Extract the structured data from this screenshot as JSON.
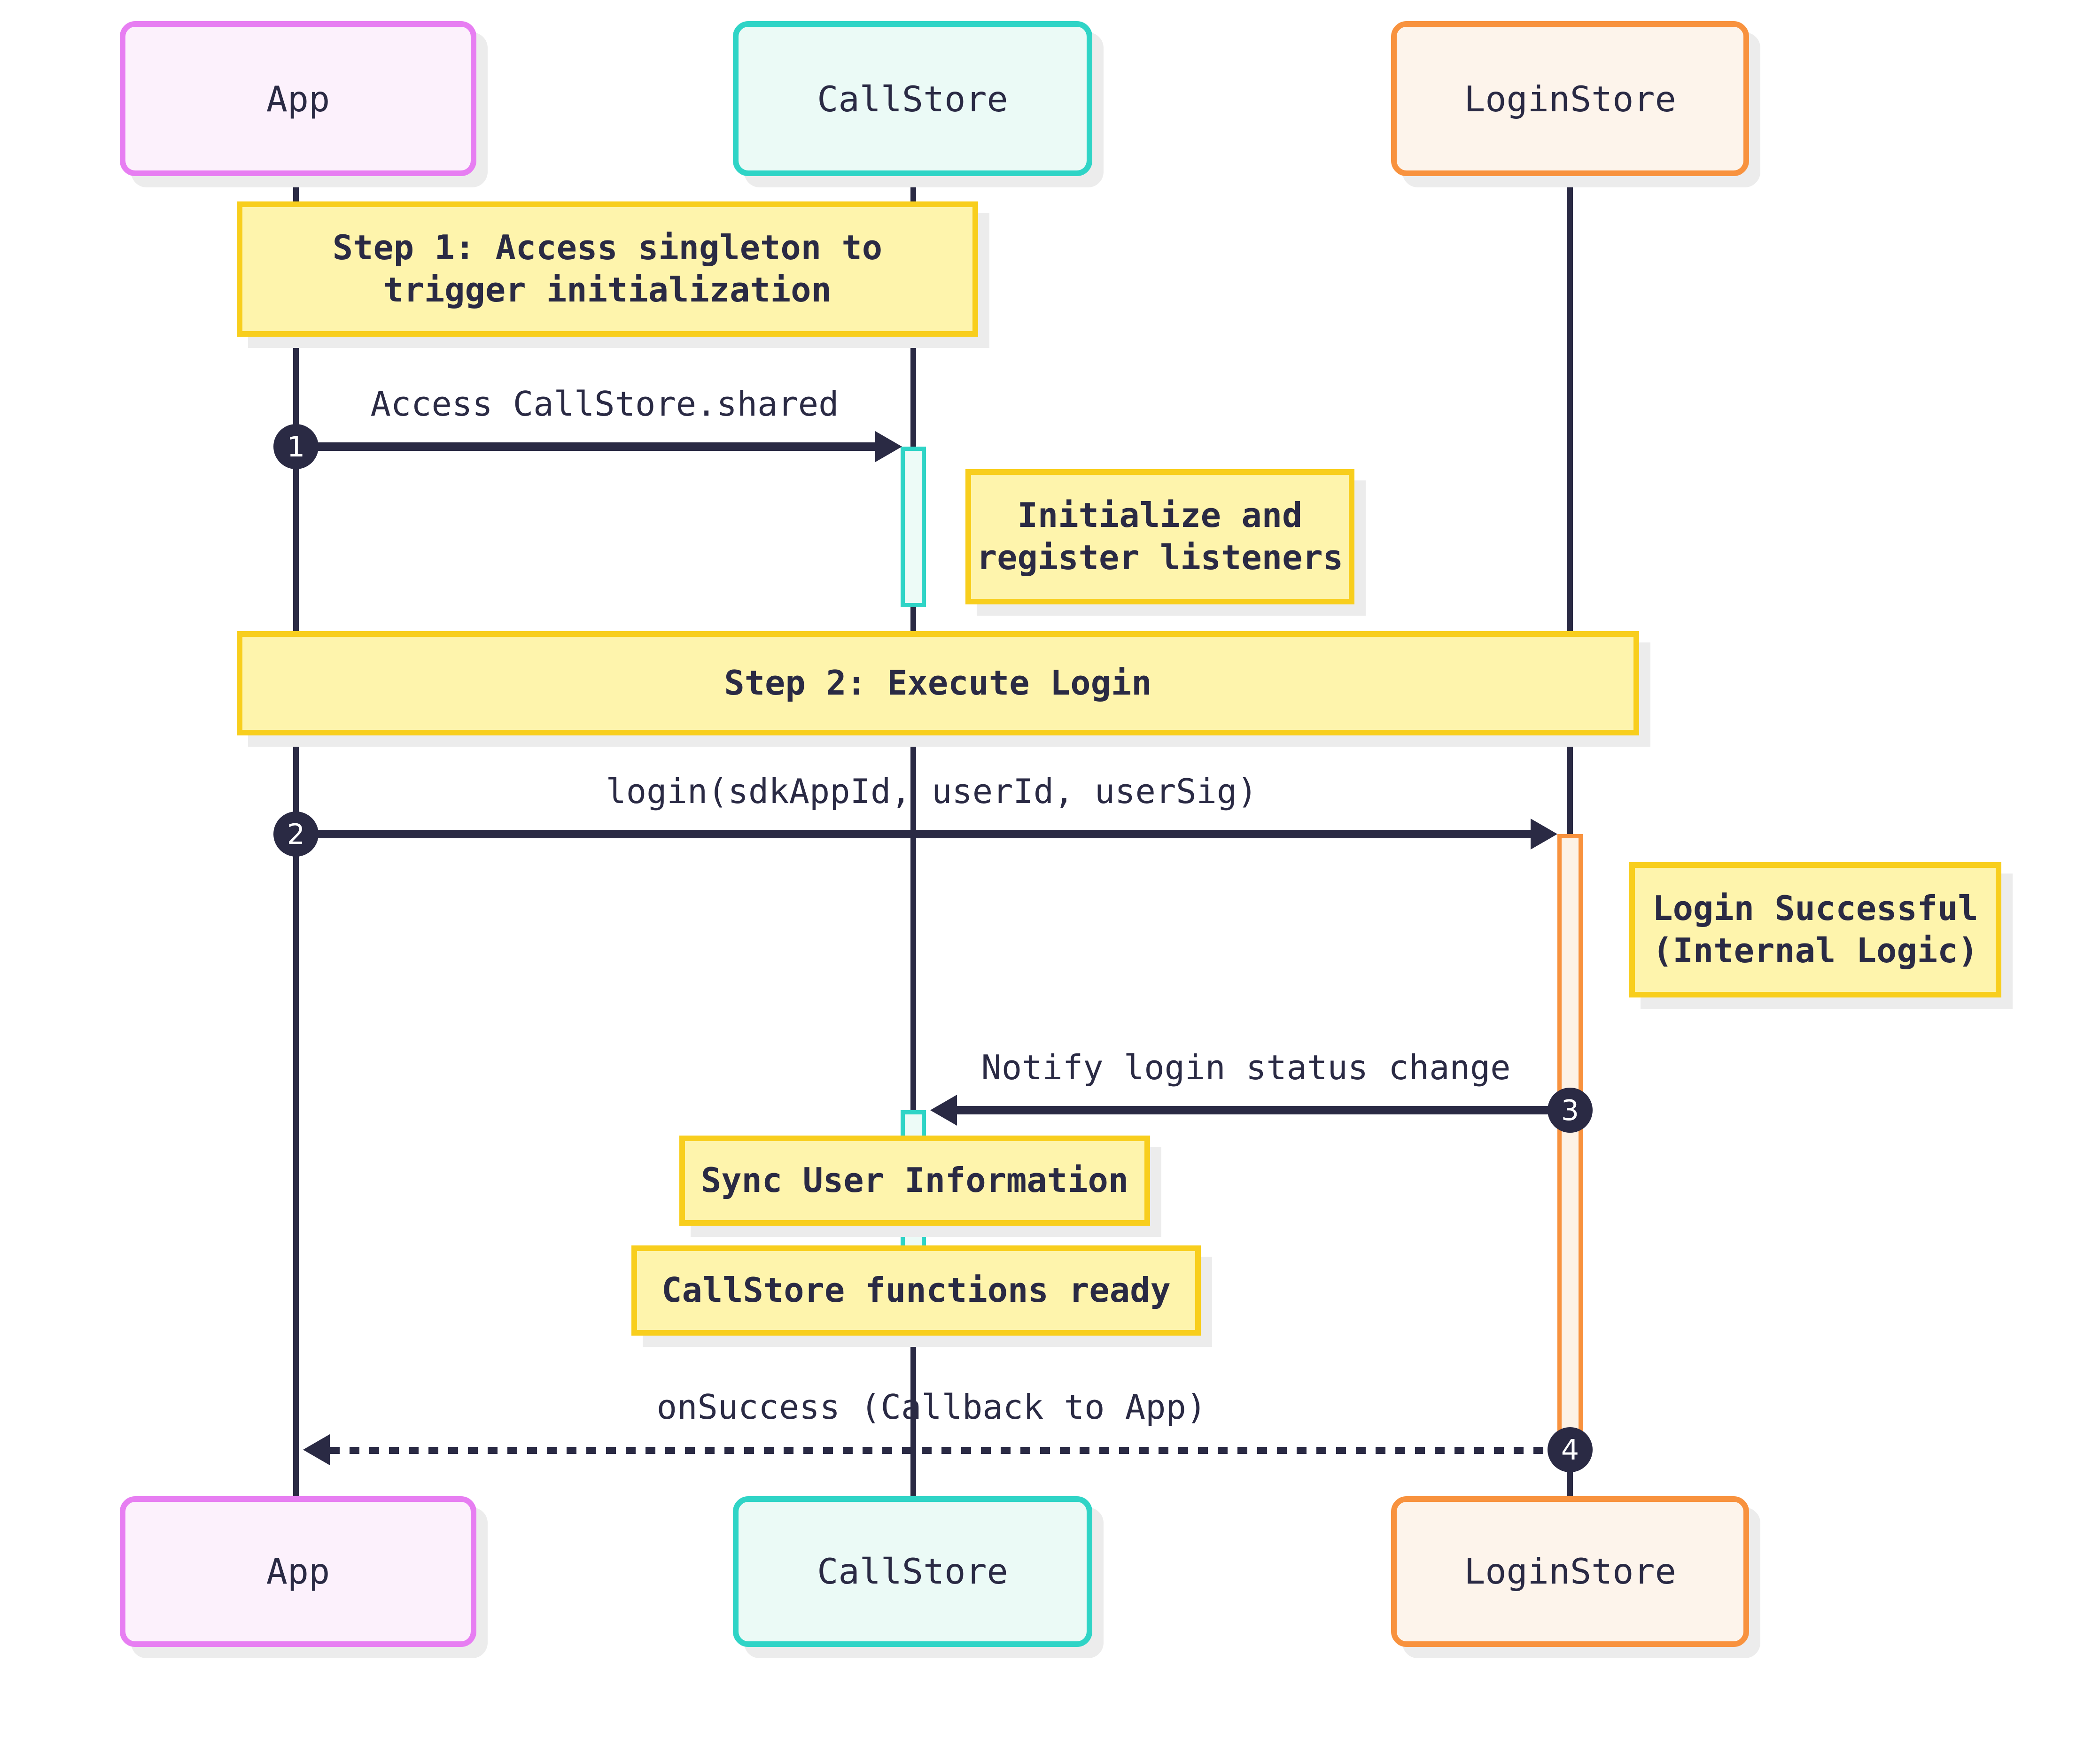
{
  "diagram": {
    "type": "sequence-diagram",
    "participants": [
      {
        "id": "app",
        "name": "App"
      },
      {
        "id": "callstore",
        "name": "CallStore"
      },
      {
        "id": "loginstore",
        "name": "LoginStore"
      }
    ],
    "notes": [
      {
        "id": "step1",
        "text": "Step 1: Access singleton to\ntrigger initialization"
      },
      {
        "id": "init-listeners",
        "text": "Initialize and\nregister listeners"
      },
      {
        "id": "step2",
        "text": "Step 2: Execute Login"
      },
      {
        "id": "login-success",
        "text": "Login Successful\n(Internal Logic)"
      },
      {
        "id": "sync-user",
        "text": "Sync User Information"
      },
      {
        "id": "functions-ready",
        "text": "CallStore functions ready"
      }
    ],
    "messages": [
      {
        "number": "1",
        "label": "Access CallStore.shared",
        "from": "App",
        "to": "CallStore",
        "line_style": "solid"
      },
      {
        "number": "2",
        "label": "login(sdkAppId, userId, userSig)",
        "from": "App",
        "to": "LoginStore",
        "line_style": "solid"
      },
      {
        "number": "3",
        "label": "Notify login status change",
        "from": "LoginStore",
        "to": "CallStore",
        "line_style": "solid"
      },
      {
        "number": "4",
        "label": "onSuccess (Callback to App)",
        "from": "LoginStore",
        "to": "App",
        "line_style": "dashed"
      }
    ],
    "colors": {
      "line": "#2A2A44",
      "shadow": "#ECECEC",
      "note_fill": "#FEF4AC",
      "note_border": "#F8CE1D",
      "app_border": "#E77EF2",
      "app_fill": "#FCF1FC",
      "callstore_border": "#2FD4C6",
      "callstore_fill": "#EBFAF6",
      "loginstore_border": "#F8923E",
      "loginstore_fill": "#FDF4EB",
      "actbar_teal_fill": "#EDFBF7",
      "actbar_orange_fill": "#FDF2E6",
      "badge_fill": "#2A2A44",
      "badge_text": "#FFFFFF"
    }
  }
}
